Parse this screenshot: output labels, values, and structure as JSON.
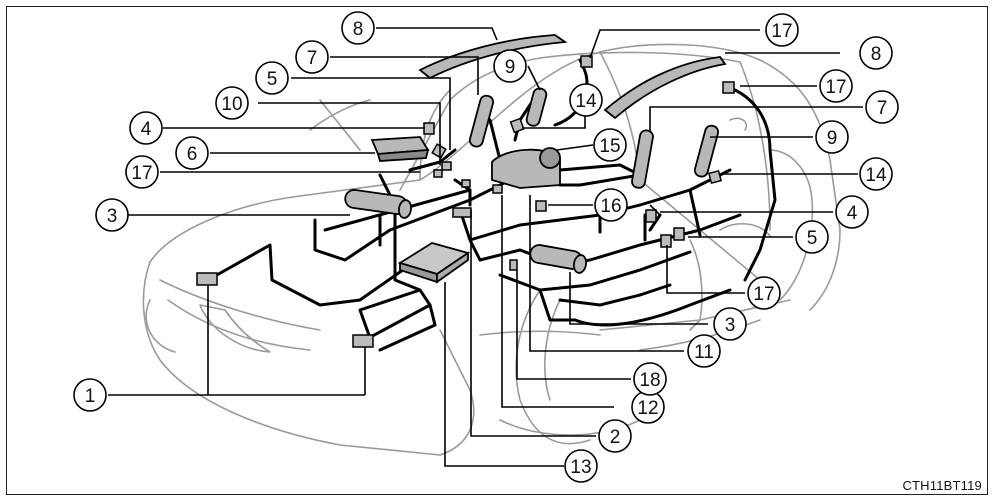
{
  "figure_code": "CTH11BT119",
  "callouts": [
    {
      "id": "c1",
      "label": "1"
    },
    {
      "id": "c2",
      "label": "2"
    },
    {
      "id": "c3a",
      "label": "3"
    },
    {
      "id": "c3b",
      "label": "3"
    },
    {
      "id": "c4a",
      "label": "4"
    },
    {
      "id": "c4b",
      "label": "4"
    },
    {
      "id": "c5a",
      "label": "5"
    },
    {
      "id": "c5b",
      "label": "5"
    },
    {
      "id": "c6",
      "label": "6"
    },
    {
      "id": "c7a",
      "label": "7"
    },
    {
      "id": "c7b",
      "label": "7"
    },
    {
      "id": "c8a",
      "label": "8"
    },
    {
      "id": "c8b",
      "label": "8"
    },
    {
      "id": "c9a",
      "label": "9"
    },
    {
      "id": "c9b",
      "label": "9"
    },
    {
      "id": "c10",
      "label": "10"
    },
    {
      "id": "c11",
      "label": "11"
    },
    {
      "id": "c12",
      "label": "12"
    },
    {
      "id": "c13",
      "label": "13"
    },
    {
      "id": "c14a",
      "label": "14"
    },
    {
      "id": "c14b",
      "label": "14"
    },
    {
      "id": "c15",
      "label": "15"
    },
    {
      "id": "c16",
      "label": "16"
    },
    {
      "id": "c17a",
      "label": "17"
    },
    {
      "id": "c17b",
      "label": "17"
    },
    {
      "id": "c17c",
      "label": "17"
    },
    {
      "id": "c17d",
      "label": "17"
    },
    {
      "id": "c18",
      "label": "18"
    }
  ]
}
